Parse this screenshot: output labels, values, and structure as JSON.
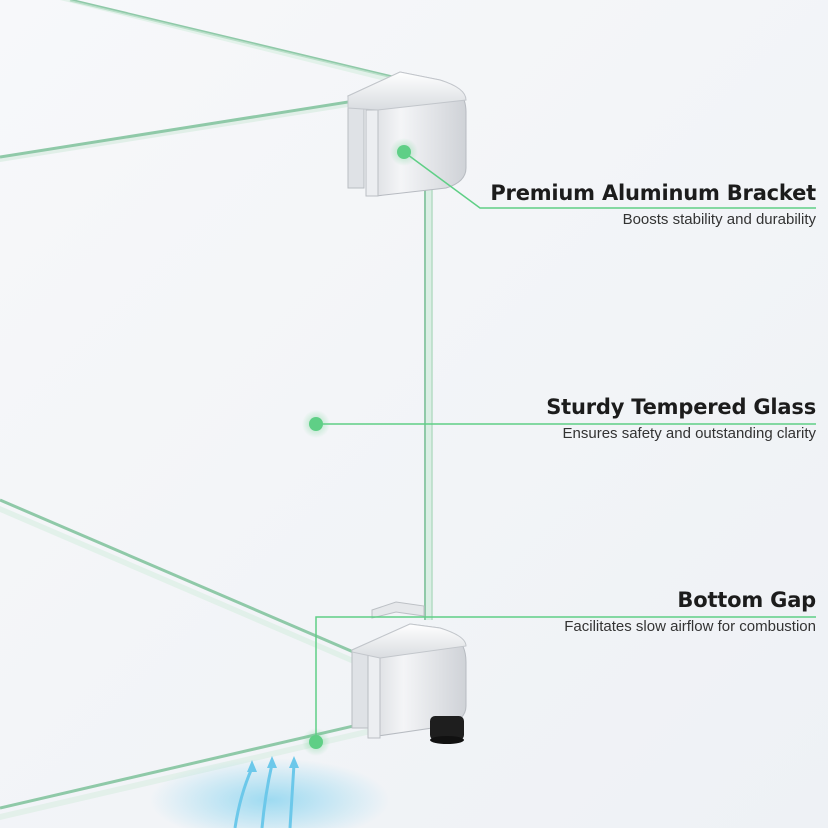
{
  "colors": {
    "background": "#f3f5f8",
    "glass_edge": "#8fc9a8",
    "accent_green": "#5fcf86",
    "bracket_metal": "#e4e6e9",
    "airflow": "#8fd6f0",
    "foot": "#1e1e1e"
  },
  "callouts": {
    "bracket": {
      "title": "Premium Aluminum Bracket",
      "subtitle": "Boosts stability and durability"
    },
    "glass": {
      "title": "Sturdy Tempered Glass",
      "subtitle": "Ensures safety and outstanding clarity"
    },
    "gap": {
      "title": "Bottom Gap",
      "subtitle": "Facilitates slow airflow for combustion"
    }
  },
  "icons": [
    "green-dot-marker",
    "airflow-arrow-icon"
  ]
}
